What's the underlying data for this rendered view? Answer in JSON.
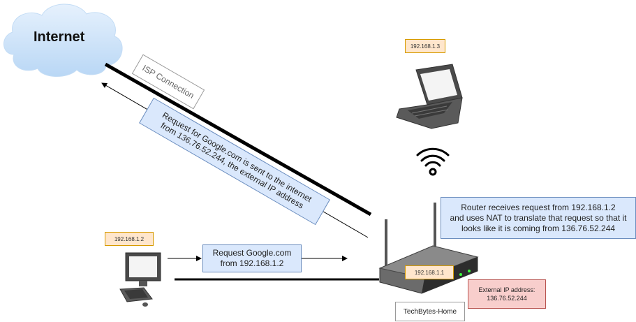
{
  "cloud": {
    "label": "Internet"
  },
  "isp": {
    "label": "ISP Connection"
  },
  "outbound_note": {
    "line1": "Request for Google.com is sent to the internet",
    "line2": "from 136.76.52.244, the external IP address"
  },
  "router_note": {
    "line1": "Router receives request from 192.168.1.2",
    "line2": "and uses NAT to translate that request so that it",
    "line3": "looks like it is coming from 136.76.52.244"
  },
  "request_note": {
    "line1": "Request Google.com",
    "line2": "from 192.168.1.2"
  },
  "laptop": {
    "ip": "192.168.1.3"
  },
  "desktop": {
    "ip": "192.168.1.2"
  },
  "router": {
    "ip": "192.168.1.1",
    "name": "TechBytes-Home"
  },
  "external_ip": {
    "line1": "External IP address:",
    "line2": "136.76.52.244"
  },
  "colors": {
    "blue_fill": "#dae8fc",
    "blue_border": "#6c8ebf",
    "orange_fill": "#ffe6cc",
    "red_fill": "#f8cecc",
    "cloud": "#cfe4fa"
  }
}
